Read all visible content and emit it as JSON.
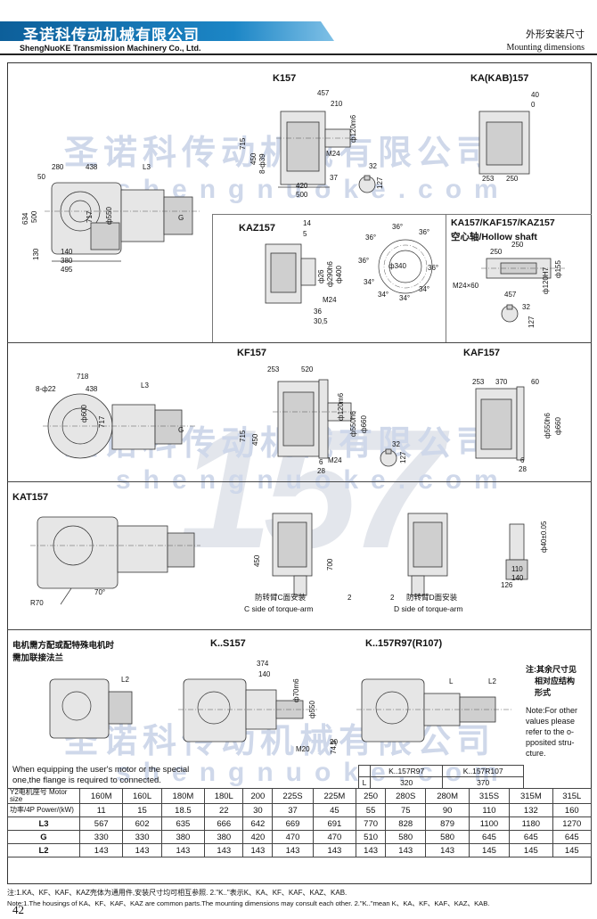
{
  "header": {
    "company_cn": "圣诺科传动机械有限公司",
    "company_en": "ShengNuoKE Transmission Machinery Co., Ltd.",
    "section_cn": "外形安装尺寸",
    "section_en": "Mounting dimensions"
  },
  "watermark": {
    "cn": "圣诺科传动机械有限公司",
    "en": "shengnuoke.com",
    "big": "157"
  },
  "views": {
    "k157": "K157",
    "ka157": "KA(KAB)157",
    "kaz157": "KAZ157",
    "hollow_line1": "KA157/KAF157/KAZ157",
    "hollow_line2": "空心轴/Hollow shaft",
    "kf157": "KF157",
    "kaf157": "KAF157",
    "kat157": "KAT157",
    "ks157": "K..S157",
    "kr97": "K..157R97(R107)"
  },
  "dims": {
    "k_457": "457",
    "k_210": "210",
    "k_120m6": "ф120m6",
    "k_715": "715",
    "k_450": "450",
    "k_839": "8-ф39",
    "k_m24": "M24",
    "k_37": "37",
    "k_420": "420",
    "k_500": "500",
    "k_32": "32",
    "k_127": "127",
    "s_280": "280",
    "s_438": "438",
    "s_l3": "L3",
    "s_50": "50",
    "s_717": "717",
    "s_550": "ф550",
    "s_g": "G",
    "s_634": "634",
    "s_500": "500",
    "s_130": "130",
    "s_140": "140",
    "s_380": "380",
    "s_495": "495",
    "ka_40": "40",
    "ka_0": "0",
    "ka_253": "253",
    "ka_250": "250",
    "z_14": "14",
    "z_5": "5",
    "z_26": "ф26",
    "z_290": "ф290h6",
    "z_400": "ф400",
    "z_m24": "M24",
    "z_36": "36",
    "z_305": "30,5",
    "f_340": "ф340",
    "f_36a": "36°",
    "f_36b": "36°",
    "f_36c": "36°",
    "f_36d": "36°",
    "f_36e": "36°",
    "f_34a": "34°",
    "f_34b": "34°",
    "f_34c": "34°",
    "f_34d": "34°",
    "h_250a": "250",
    "h_250b": "250",
    "h_155": "ф155",
    "h_120h7": "ф120H7",
    "h_m24x60": "M24×60",
    "h_457": "457",
    "h_32": "32",
    "h_127": "127",
    "kf_718": "718",
    "kf_822": "8-ф22",
    "kf_438": "438",
    "kf_l3": "L3",
    "kf_600": "ф600",
    "kf_717": "717",
    "kf_g": "G",
    "kf_253": "253",
    "kf_520": "520",
    "kf_120m6": "ф120m6",
    "kf_715": "715",
    "kf_450": "450",
    "kf_550h6": "ф550h6",
    "kf_660": "ф660",
    "kf_32": "32",
    "kf_127": "127",
    "kf_6": "6",
    "kf_28": "28",
    "kf_m24": "M24",
    "kaf_253": "253",
    "kaf_370": "370",
    "kaf_60": "60",
    "kaf_550h6": "ф550h6",
    "kaf_660": "ф660",
    "kaf_6": "6",
    "kaf_28": "28",
    "t_450": "450",
    "t_700": "700",
    "t_2a": "2",
    "t_2b": "2",
    "t_r70": "R70",
    "t_70deg": "70°",
    "t_40": "ф40±0.05",
    "t_110": "110",
    "t_140": "140",
    "t_126": "126",
    "ks_374": "374",
    "ks_140": "140",
    "ks_70": "ф70m6",
    "ks_550": "ф550",
    "ks_m20": "M20",
    "ks_745": "74,5",
    "ks_20": "20",
    "r_l": "L",
    "r_l2": "L2",
    "l2": "L2"
  },
  "torque": {
    "c_cn": "防转臂C面安装",
    "c_en": "C side of torque-arm",
    "d_cn": "防转臂D面安装",
    "d_en": "D side of torque-arm"
  },
  "notes": {
    "flange_cn_1": "电机需方配或配特殊电机时",
    "flange_cn_2": "需加联接法兰",
    "flange_en_1": "When equipping the user's motor or the special",
    "flange_en_2": "one,the flange is required to connected.",
    "side_cn_1": "注:其余尺寸见",
    "side_cn_2": "相对应结构",
    "side_cn_3": "形式",
    "side_en_1": "Note:For other",
    "side_en_2": "values please",
    "side_en_3": "refer to the o-",
    "side_en_4": "pposited stru-",
    "side_en_5": "cture."
  },
  "l_table": {
    "row_label": "L",
    "h1": "K..157R97",
    "h2": "K..157R107",
    "v1": "320",
    "v2": "370"
  },
  "motor_table": {
    "row_headers": [
      "Y2电机座号 Motor size",
      "功率/4P Power/(kW)",
      "L3",
      "G",
      "L2"
    ],
    "columns": [
      "160M",
      "160L",
      "180M",
      "180L",
      "200",
      "225S",
      "225M",
      "250",
      "280S",
      "280M",
      "315S",
      "315M",
      "315L"
    ],
    "power": [
      "11",
      "15",
      "18.5",
      "22",
      "30",
      "37",
      "45",
      "55",
      "75",
      "90",
      "110",
      "132",
      "160"
    ],
    "l3": [
      "567",
      "602",
      "635",
      "666",
      "642",
      "669",
      "691",
      "770",
      "828",
      "879",
      "1100",
      "1180",
      "1270"
    ],
    "g": [
      "330",
      "330",
      "380",
      "380",
      "420",
      "470",
      "470",
      "510",
      "580",
      "580",
      "645",
      "645",
      "645"
    ],
    "l2": [
      "143",
      "143",
      "143",
      "143",
      "143",
      "143",
      "143",
      "143",
      "143",
      "143",
      "145",
      "145",
      "145"
    ]
  },
  "footer": {
    "cn": "注:1.KA、KF、KAF、KAZ壳体为通用件,安装尺寸均可相互参照.   2.\"K..\"表示K、KA、KF、KAF、KAZ、KAB.",
    "en": "Note:1.The housings of KA、KF、KAF、KAZ are common parts.The mounting dimensions may consult each other.  2.\"K..\"mean K、KA、KF、KAF、KAZ、KAB.",
    "page": "42"
  }
}
